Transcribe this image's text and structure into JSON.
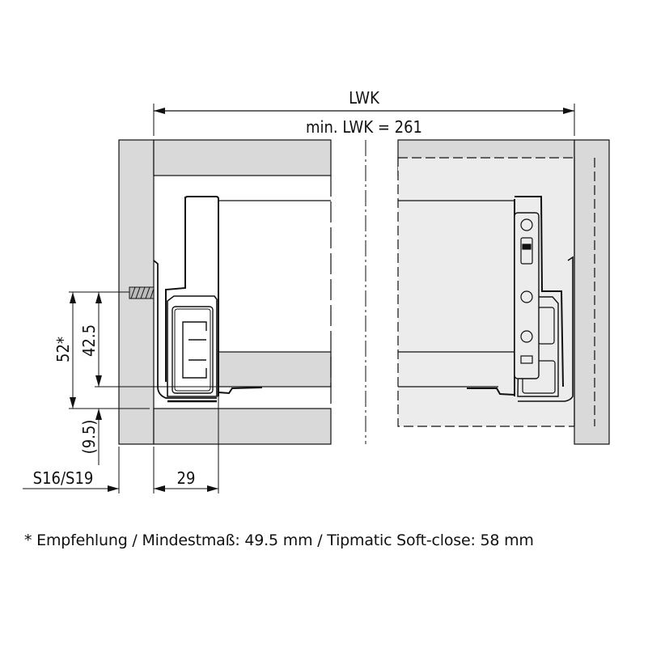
{
  "dimensions": {
    "lwk": "LWK",
    "min_lwk": "min. LWK = 261",
    "height_total": "52*",
    "height_runner": "42.5",
    "bottom_offset": "(9.5)",
    "side_thickness": "S16/S19",
    "runner_width": "29"
  },
  "footnote": "* Empfehlung / Mindestmaß: 49.5 mm / Tipmatic Soft-close: 58 mm",
  "colors": {
    "panel_gray": "#d9d9d9",
    "drawer_light": "#ececec",
    "line": "#111111"
  }
}
